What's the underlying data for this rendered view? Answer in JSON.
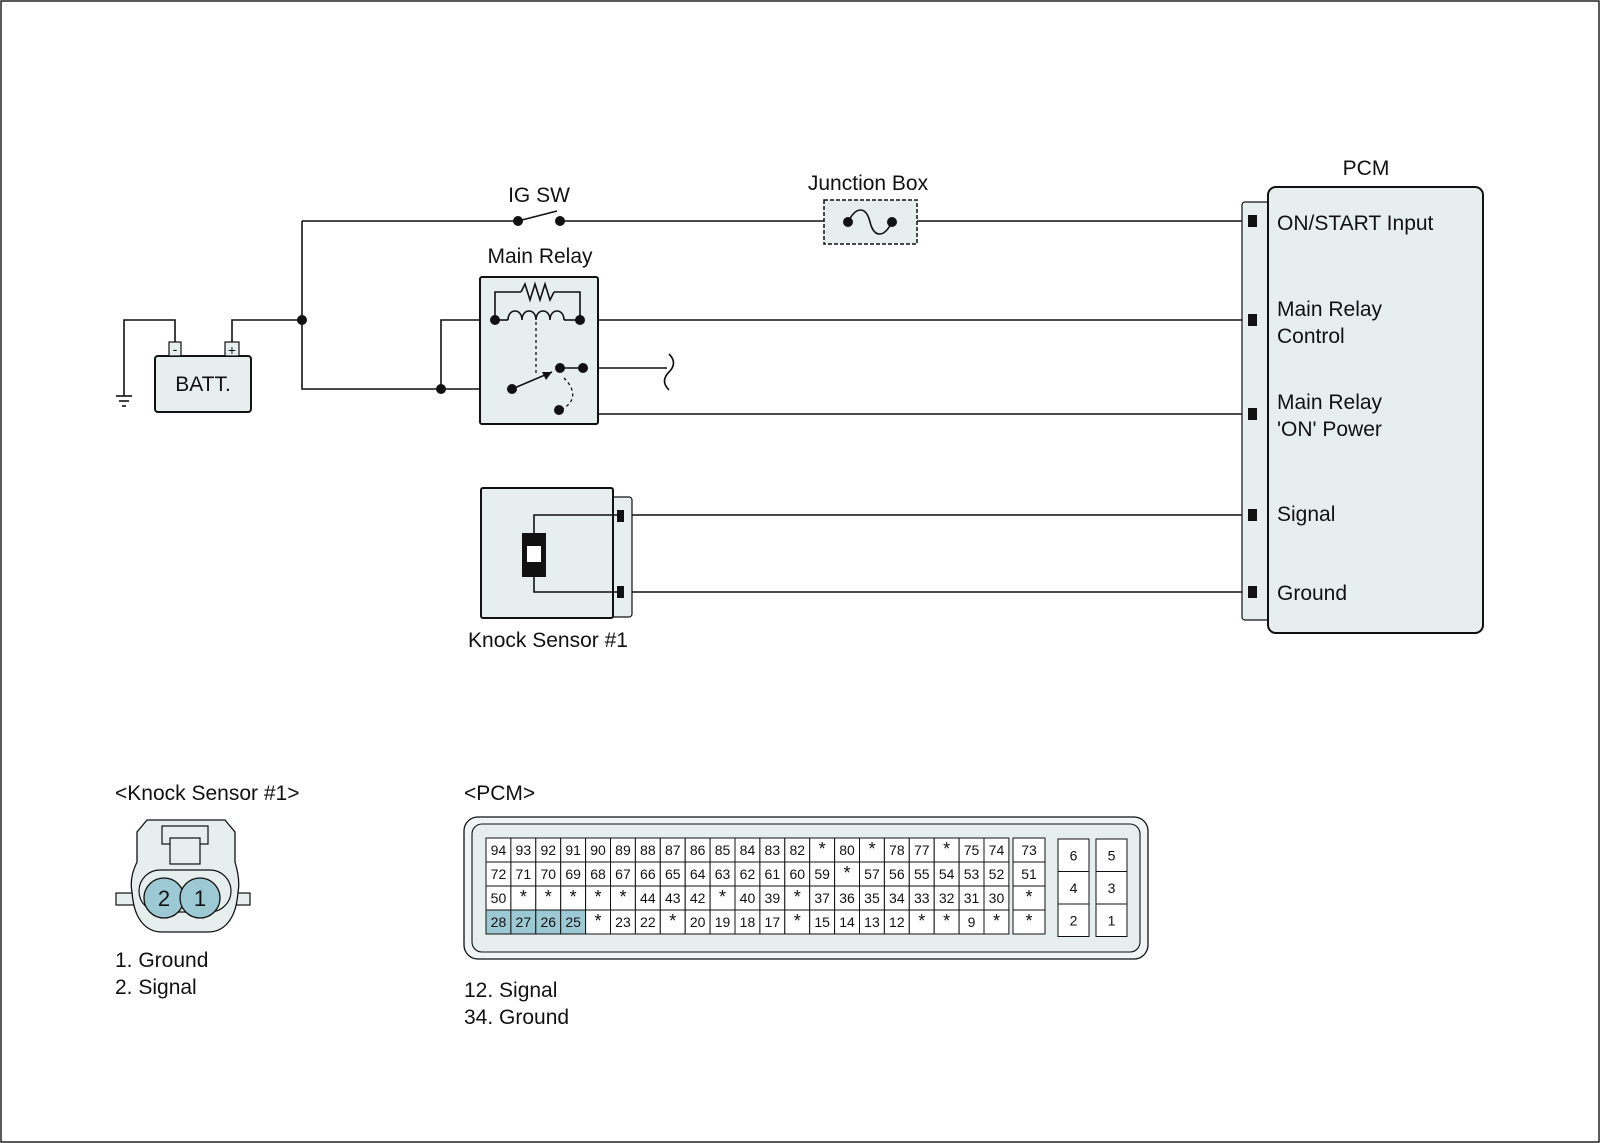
{
  "diagram": {
    "labels": {
      "ig_sw": "IG SW",
      "junction_box": "Junction Box",
      "pcm": "PCM",
      "main_relay": "Main Relay",
      "batt": "BATT.",
      "batt_minus": "-",
      "batt_plus": "+",
      "knock_sensor": "Knock Sensor #1"
    },
    "pcm_pins": {
      "on_start": "ON/START Input",
      "main_relay_control_1": "Main Relay",
      "main_relay_control_2": "Control",
      "main_relay_on_power_1": "Main Relay",
      "main_relay_on_power_2": "'ON' Power",
      "signal": "Signal",
      "ground": "Ground"
    }
  },
  "connectors": {
    "knock_sensor": {
      "title": "<Knock Sensor #1>",
      "pins": [
        "2",
        "1"
      ],
      "legend": [
        "1. Ground",
        "2. Signal"
      ]
    },
    "pcm": {
      "title": "<PCM>",
      "rows": [
        [
          "94",
          "93",
          "92",
          "91",
          "90",
          "89",
          "88",
          "87",
          "86",
          "85",
          "84",
          "83",
          "82",
          "*",
          "80",
          "*",
          "78",
          "77",
          "*",
          "75",
          "74"
        ],
        [
          "72",
          "71",
          "70",
          "69",
          "68",
          "67",
          "66",
          "65",
          "64",
          "63",
          "62",
          "61",
          "60",
          "59",
          "*",
          "57",
          "56",
          "55",
          "54",
          "53",
          "52"
        ],
        [
          "50",
          "*",
          "*",
          "*",
          "*",
          "*",
          "44",
          "43",
          "42",
          "*",
          "40",
          "39",
          "*",
          "37",
          "36",
          "35",
          "34",
          "33",
          "32",
          "31",
          "30"
        ],
        [
          "28",
          "27",
          "26",
          "25",
          "*",
          "23",
          "22",
          "*",
          "20",
          "19",
          "18",
          "17",
          "*",
          "15",
          "14",
          "13",
          "12",
          "*",
          "*",
          "9",
          "*"
        ]
      ],
      "side_col": [
        "73",
        "51",
        "*",
        "*"
      ],
      "block_a": [
        "6",
        "4",
        "2"
      ],
      "block_b": [
        "5",
        "3",
        "1"
      ],
      "legend": [
        "12. Signal",
        "34. Ground"
      ],
      "highlight_color": "#9cc9d3"
    }
  }
}
